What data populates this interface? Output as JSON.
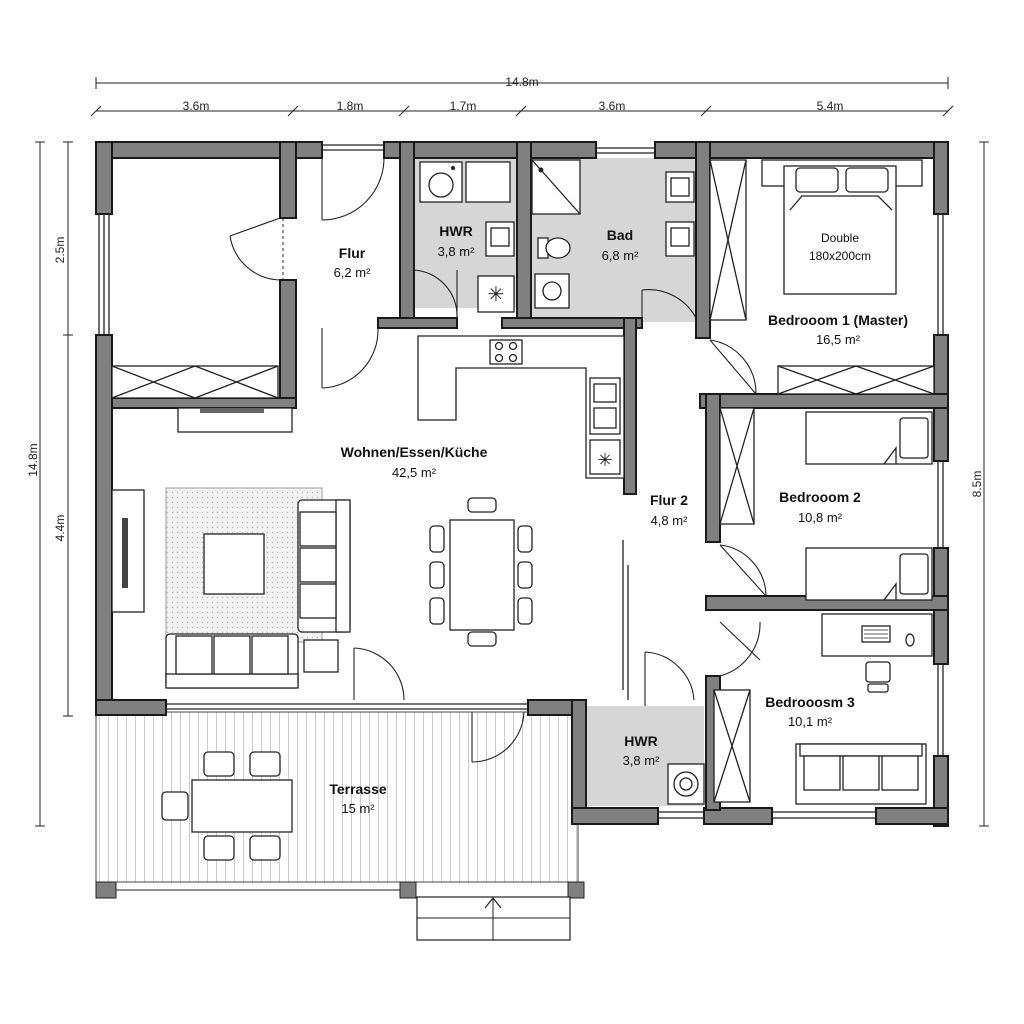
{
  "dimensions": {
    "total_width": "14.8m",
    "top_segments": [
      "3.6m",
      "1.8m",
      "1.7m",
      "3.6m",
      "5.4m"
    ],
    "left_total": "14.8m",
    "left_segments": [
      "2.5m",
      "4.4m"
    ],
    "right_total": "8.5m"
  },
  "rooms": {
    "flur": {
      "name": "Flur",
      "area": "6,2 m²"
    },
    "hwr1": {
      "name": "HWR",
      "area": "3,8 m²"
    },
    "bad": {
      "name": "Bad",
      "area": "6,8 m²"
    },
    "bedroom1": {
      "name": "Bedrooom 1 (Master)",
      "area": "16,5 m²"
    },
    "living": {
      "name": "Wohnen/Essen/Küche",
      "area": "42,5 m²"
    },
    "flur2": {
      "name": "Flur 2",
      "area": "4,8 m²"
    },
    "bedroom2": {
      "name": "Bedrooom 2",
      "area": "10,8 m²"
    },
    "bedroom3": {
      "name": "Bedrooosm 3",
      "area": "10,1 m²"
    },
    "hwr2": {
      "name": "HWR",
      "area": "3,8 m²"
    },
    "terrasse": {
      "name": "Terrasse",
      "area": "15 m²"
    }
  },
  "furniture": {
    "bed_label_1": "Double",
    "bed_label_2": "180x200cm"
  },
  "colors": {
    "wall": "#808080",
    "wet_room": "#d6d6d6",
    "line": "#222222"
  }
}
